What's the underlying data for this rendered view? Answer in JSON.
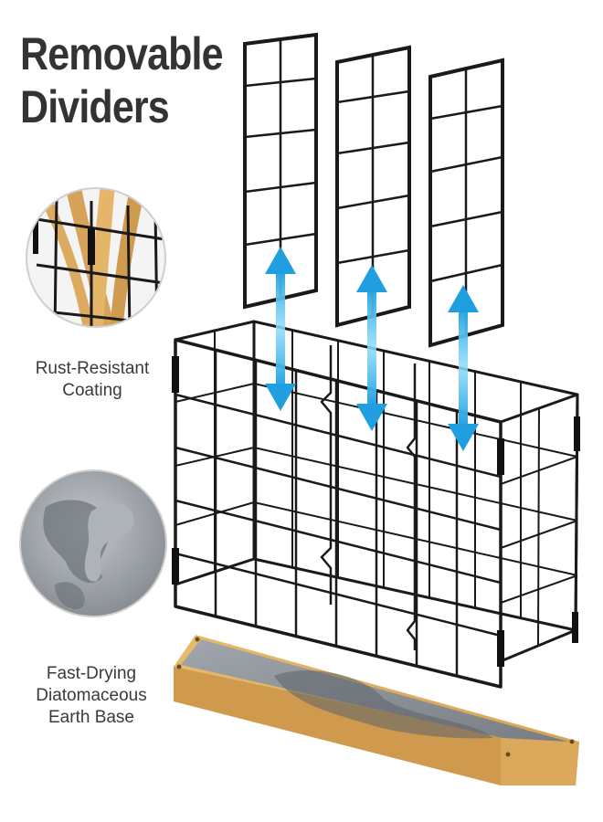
{
  "headline": {
    "line1": "Removable",
    "line2": "Dividers"
  },
  "features": [
    {
      "line1": "Rust-Resistant",
      "line2": "Coating"
    },
    {
      "line1": "Fast-Drying",
      "line2": "Diatomaceous",
      "line3": "Earth Base"
    }
  ],
  "colors": {
    "text": "#333333",
    "wire": "#1a1a1a",
    "arrow": "#38b4ea",
    "bamboo": "#e3b565",
    "stone": "#8e949a"
  }
}
